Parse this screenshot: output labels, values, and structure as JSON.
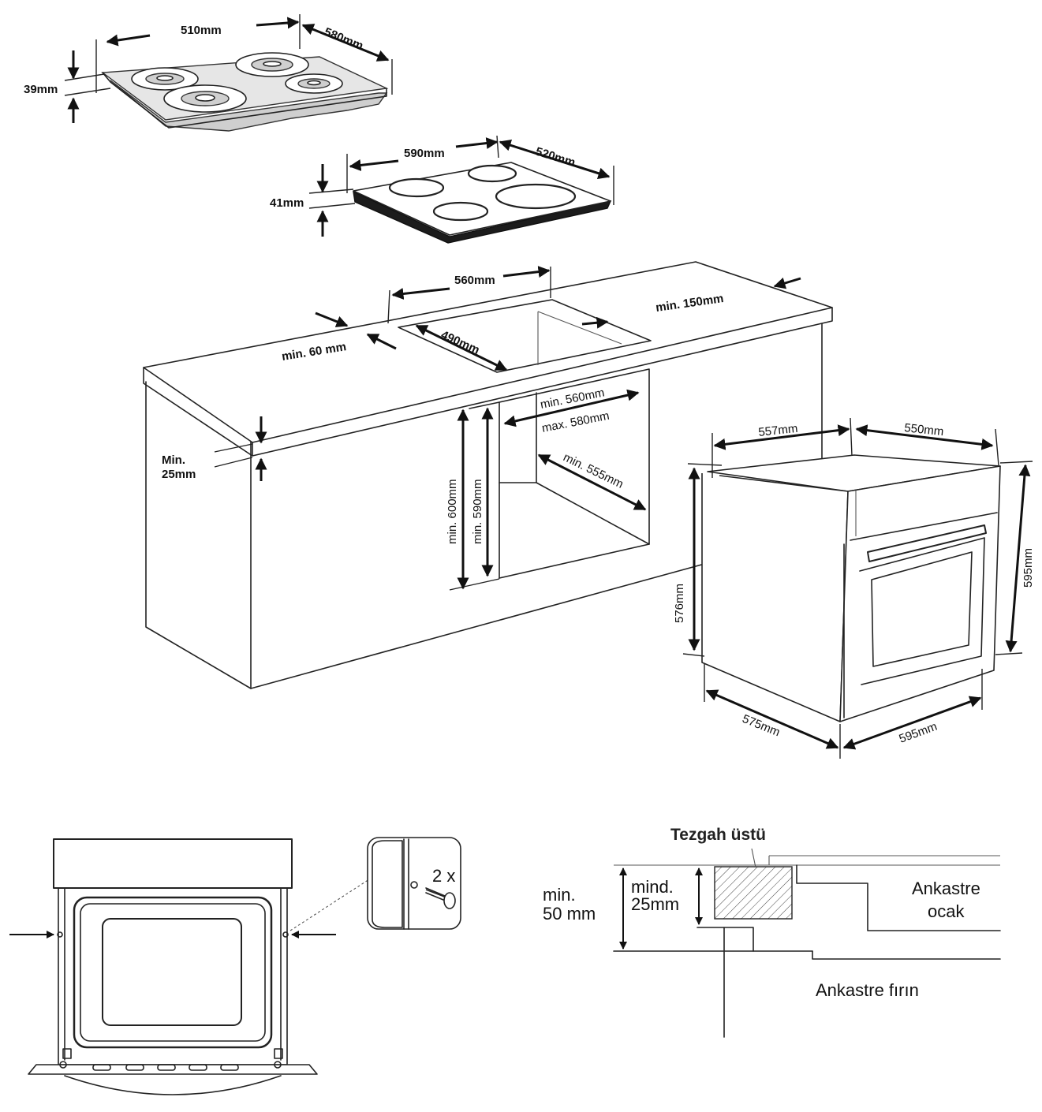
{
  "hob_gas": {
    "width": "510mm",
    "depth": "580mm",
    "height": "39mm"
  },
  "hob_ceramic": {
    "width": "590mm",
    "depth": "520mm",
    "height": "41mm"
  },
  "countertop": {
    "cutout_width": "560mm",
    "cutout_depth": "490mm",
    "back_clearance": "min. 150mm",
    "front_clearance": "min. 60 mm",
    "thickness_line1": "Min.",
    "thickness_line2": "25mm"
  },
  "niche": {
    "width_min": "min. 560mm",
    "width_max": "max. 580mm",
    "depth_min": "min. 555mm",
    "height_outer": "min. 600mm",
    "height_inner": "min. 590mm"
  },
  "oven": {
    "top_depth": "557mm",
    "top_width": "550mm",
    "body_height": "576mm",
    "total_height": "595mm",
    "bottom_depth": "575mm",
    "bottom_width": "595mm"
  },
  "mounting": {
    "screw_count": "2 x"
  },
  "section": {
    "countertop_label": "Tezgah üstü",
    "total_line1": "min.",
    "total_line2": "50 mm",
    "mind_line1": "mind.",
    "mind_line2": "25mm",
    "hob_line1": "Ankastre",
    "hob_line2": "ocak",
    "oven_label": "Ankastre fırın"
  }
}
